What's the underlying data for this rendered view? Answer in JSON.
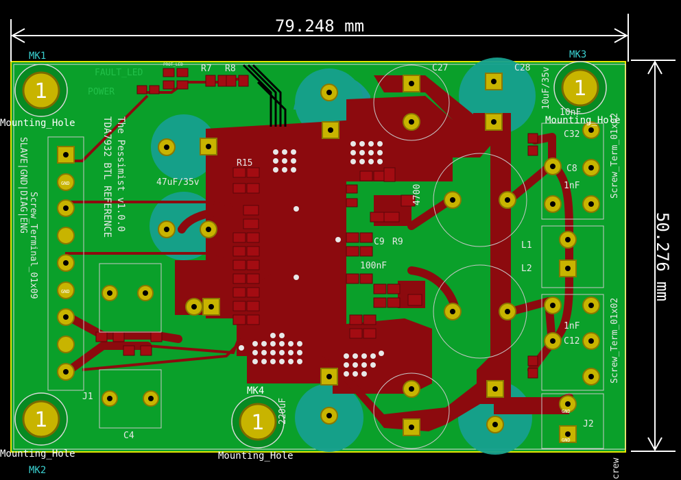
{
  "colors": {
    "background": "#000000",
    "board": "#0aa02a",
    "board_dark": "#078a22",
    "copper": "#8c0a0e",
    "pad": "#c8b400",
    "pad_ring": "#7a6a00",
    "teal": "#1a9a9a",
    "silk": "#e8e8e8",
    "fab": "#c8c8c8",
    "cyan_text": "#3ad0d0",
    "edge": "#e6e600"
  },
  "dimensions": {
    "width_label": "79.248 mm",
    "height_label": "50.276 mm"
  },
  "mounting": {
    "mk1": "MK1",
    "mk2": "MK2",
    "mk3": "MK3",
    "mk4": "MK4",
    "pad_number": "1",
    "hole_label": "Mounting_Hole"
  },
  "silkscreen": {
    "fault_led": "FAULT_LED",
    "power": "POWER",
    "prot_led": "PROT_LED",
    "r7": "R7",
    "r8": "R8",
    "r9": "R9",
    "r15": "R15",
    "c27": "C27",
    "c28": "C28",
    "c32": "C32",
    "c8": "C8",
    "c9": "C9",
    "c12": "C12",
    "c4": "C4",
    "l1": "L1",
    "l2": "L2",
    "j1": "J1",
    "j2": "J2",
    "gnd": "GND",
    "val_10nf": "10nF",
    "val_1nf": "1nF",
    "val_100nf": "100nF",
    "val_10uf_35v": "10uF/35v",
    "val_47uf_35v": "47uF/35v",
    "val_220uf": "220uF",
    "val_4700": "4700",
    "board_title_1": "The Pessimist v1.0.0",
    "board_title_2": "TDA7932 BTL REFERENCE",
    "slave_label": "SLAVE|GND|DIAG|ENG",
    "conn_left": "Screw_Terminal_01x09",
    "conn_right_top": "Screw_Term_01x02",
    "conn_right_bot": "Screw_Term_01x02",
    "crew": "crew"
  }
}
